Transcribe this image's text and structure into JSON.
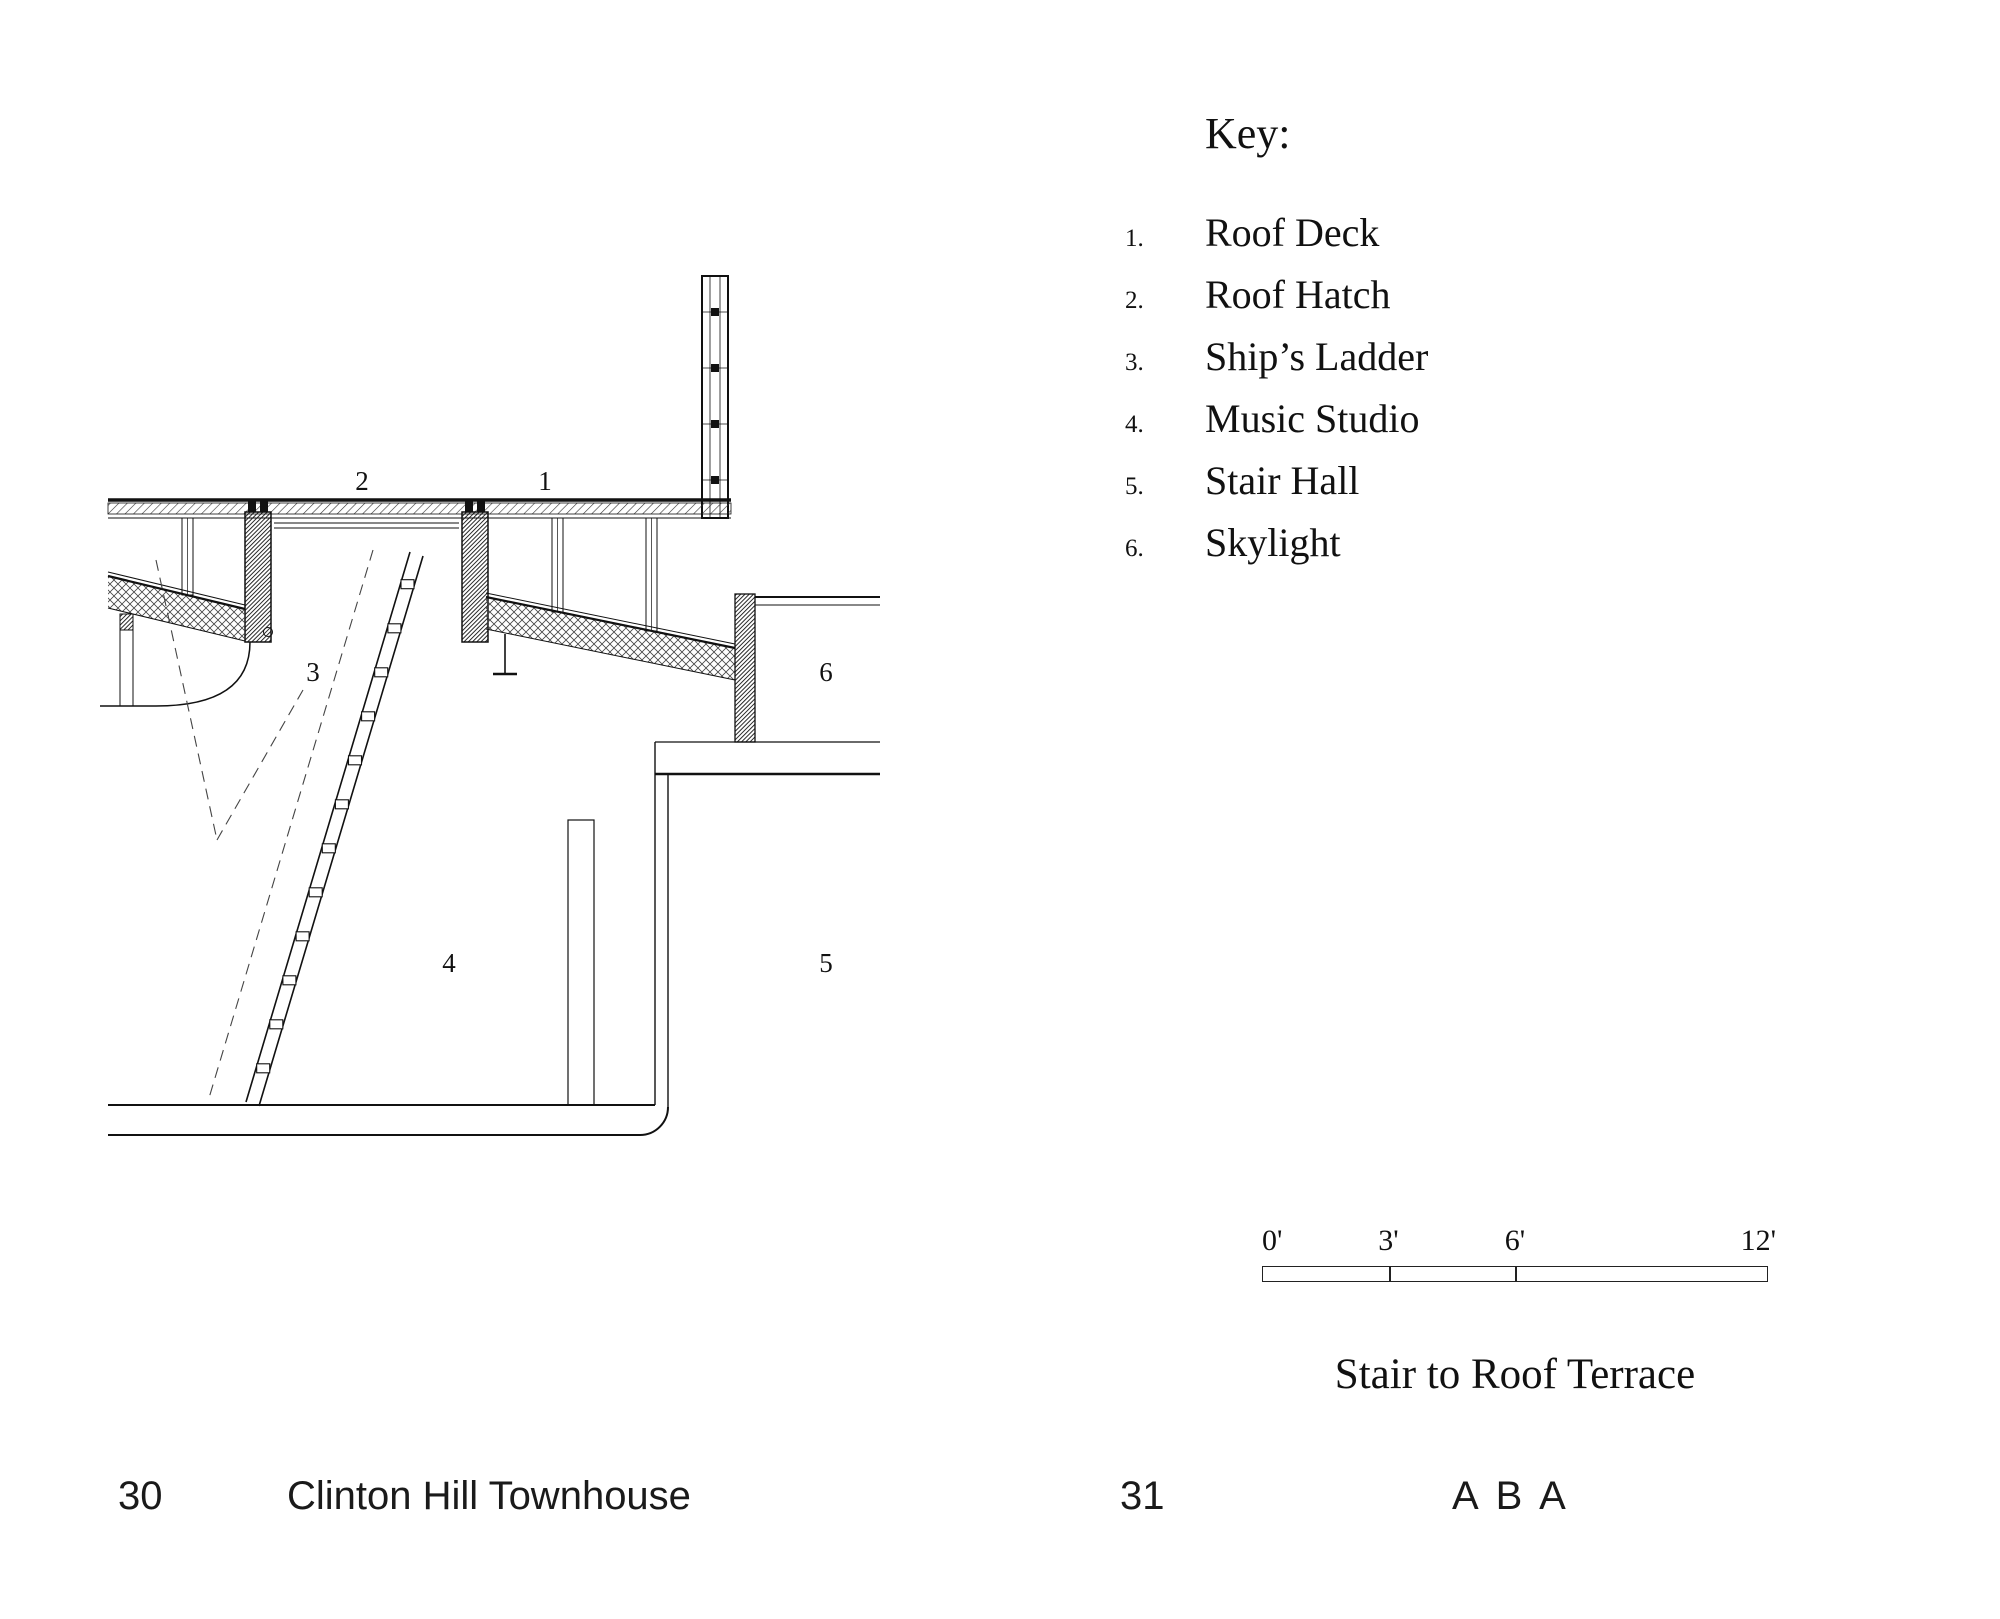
{
  "key": {
    "title": "Key:",
    "items": [
      {
        "num": "1.",
        "label": "Roof Deck"
      },
      {
        "num": "2.",
        "label": "Roof Hatch"
      },
      {
        "num": "3.",
        "label": "Ship’s Ladder"
      },
      {
        "num": "4.",
        "label": "Music Studio"
      },
      {
        "num": "5.",
        "label": "Stair Hall"
      },
      {
        "num": "6.",
        "label": "Skylight"
      }
    ]
  },
  "drawing": {
    "caption": "Stair to Roof Terrace",
    "callouts": {
      "roof_deck": "1",
      "roof_hatch": "2",
      "ships_ladder": "3",
      "music_studio": "4",
      "stair_hall": "5",
      "skylight": "6"
    }
  },
  "scale_bar": {
    "start": "0'",
    "mid1": "3'",
    "mid2": "6'",
    "end": "12'"
  },
  "footer": {
    "left_page_number": "30",
    "left_title": "Clinton Hill Townhouse",
    "right_page_number": "31",
    "right_title": "A B A"
  }
}
